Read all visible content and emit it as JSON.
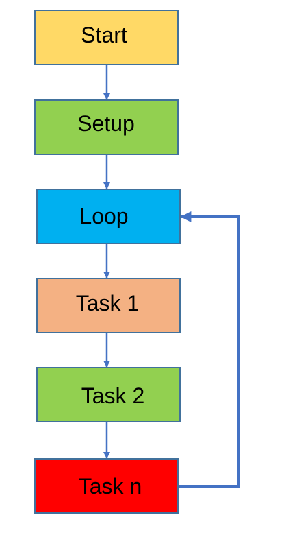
{
  "diagram": {
    "colors": {
      "border": "#41719c",
      "connector": "#4472c4"
    },
    "nodes": [
      {
        "id": "start",
        "label": "Start",
        "fill": "#ffd966"
      },
      {
        "id": "setup",
        "label": "Setup",
        "fill": "#92d050"
      },
      {
        "id": "loop",
        "label": "Loop",
        "fill": "#00b0f0"
      },
      {
        "id": "task1",
        "label": "Task 1",
        "fill": "#f4b183"
      },
      {
        "id": "task2",
        "label": "Task 2",
        "fill": "#92d050"
      },
      {
        "id": "taskn",
        "label": "Task n",
        "fill": "#ff0000"
      }
    ],
    "edges": [
      {
        "from": "start",
        "to": "setup"
      },
      {
        "from": "setup",
        "to": "loop"
      },
      {
        "from": "loop",
        "to": "task1"
      },
      {
        "from": "task1",
        "to": "task2"
      },
      {
        "from": "task2",
        "to": "taskn"
      },
      {
        "from": "taskn",
        "to": "loop",
        "type": "loop-back"
      }
    ]
  }
}
